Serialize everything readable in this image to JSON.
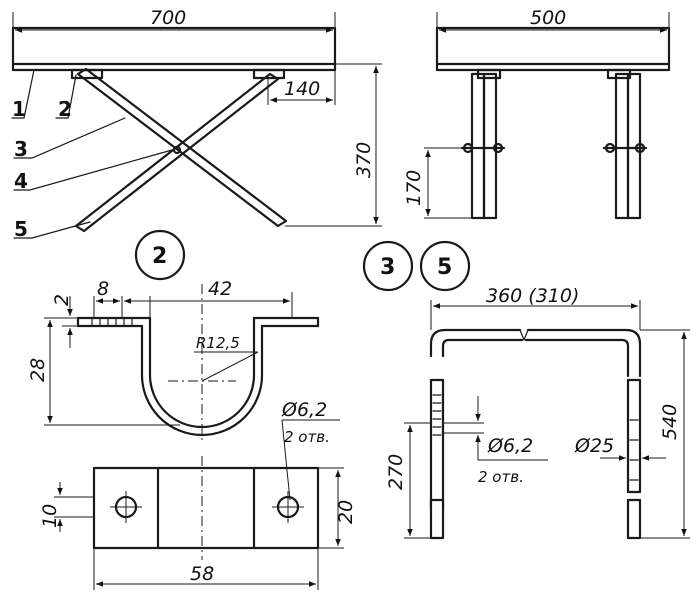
{
  "front_view": {
    "width": "700",
    "offset": "140",
    "height": "370",
    "parts": [
      "1",
      "2",
      "3",
      "4",
      "5"
    ]
  },
  "side_view": {
    "width": "500",
    "pivot_height": "170"
  },
  "bracket": {
    "callout": "2",
    "thickness": "2",
    "tab": "8",
    "span": "42",
    "height": "28",
    "radius": "R12,5",
    "hole_dia": "Ø6,2",
    "hole_count": "2 отв.",
    "plate_width": "58",
    "plate_height": "20",
    "hole_offset": "10"
  },
  "frame": {
    "callout_a": "3",
    "callout_b": "5",
    "width": "360 (310)",
    "height": "540",
    "hole_height": "270",
    "hole_dia": "Ø6,2",
    "hole_count": "2 отв.",
    "tube_dia": "Ø25"
  }
}
